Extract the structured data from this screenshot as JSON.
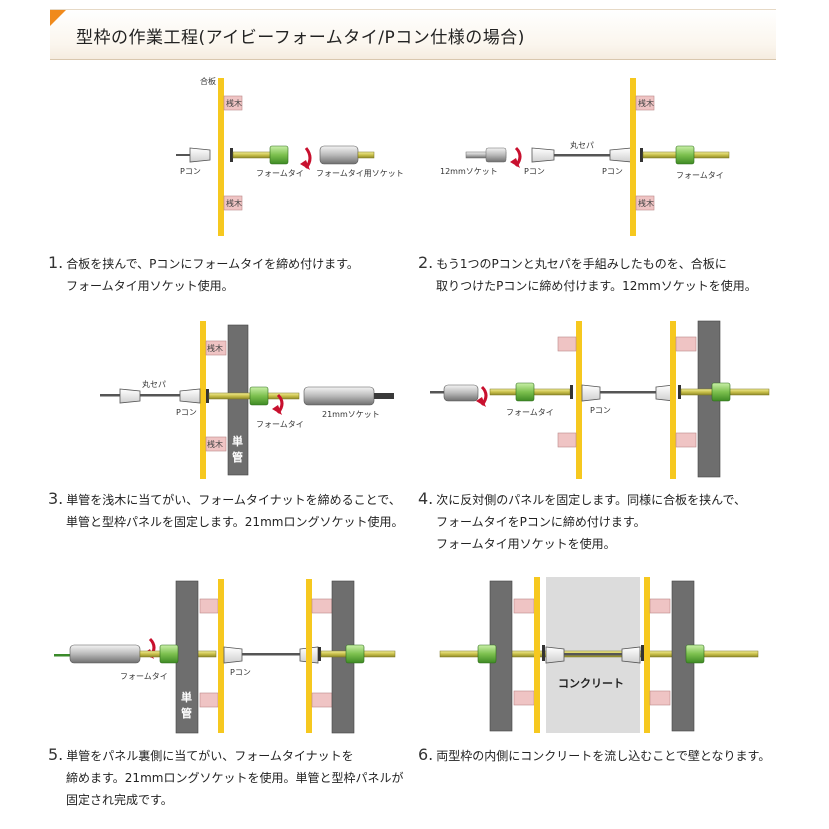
{
  "header": {
    "title": "型枠の作業工程(アイビーフォームタイ/Pコン仕様の場合)"
  },
  "labels": {
    "goban": "合板",
    "sanki": "桟木",
    "pcon": "Pコン",
    "formtie": "フォームタイ",
    "formtie_socket": "フォームタイ用ソケット",
    "maruseba": "丸セパ",
    "socket12": "12mmソケット",
    "socket21": "21mmソケット",
    "tankan_1": "単",
    "tankan_2": "管",
    "concrete": "コンクリート"
  },
  "steps": [
    {
      "num": "1.",
      "line1": "合板を挟んで、Pコンにフォームタイを締め付けます。",
      "line2": "フォームタイ用ソケット使用。",
      "line3": ""
    },
    {
      "num": "2.",
      "line1": "もう1つのPコンと丸セパを手組みしたものを、合板に",
      "line2": "取りつけたPコンに締め付けます。12mmソケットを使用。",
      "line3": ""
    },
    {
      "num": "3.",
      "line1": "単管を浅木に当てがい、フォームタイナットを締めることで、",
      "line2": "単管と型枠パネルを固定します。21mmロングソケット使用。",
      "line3": ""
    },
    {
      "num": "4.",
      "line1": "次に反対側のパネルを固定します。同様に合板を挟んで、",
      "line2": "フォームタイをPコンに締め付けます。",
      "line3": "フォームタイ用ソケットを使用。"
    },
    {
      "num": "5.",
      "line1": "単管をパネル裏側に当てがい、フォームタイナットを",
      "line2": "締めます。21mmロングソケットを使用。単管と型枠パネルが",
      "line3": "固定され完成です。"
    },
    {
      "num": "6.",
      "line1": "両型枠の内側にコンクリートを流し込むことで壁となります。",
      "line2": "",
      "line3": ""
    }
  ]
}
